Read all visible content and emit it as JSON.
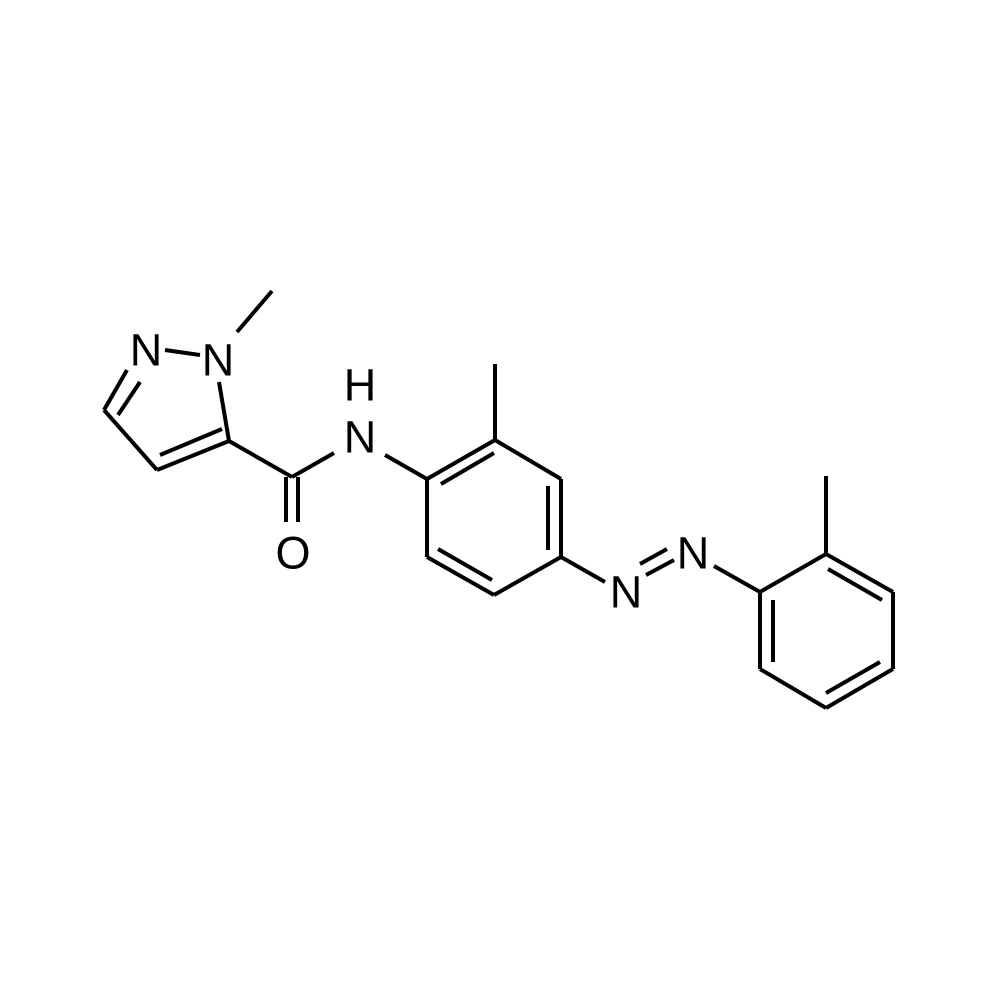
{
  "structure": {
    "atom_labels": {
      "pyrazole_n2": "N",
      "pyrazole_n1": "N",
      "amide_n": "N",
      "amide_h": "H",
      "carbonyl_o": "O",
      "azo_n1": "N",
      "azo_n2": "N"
    },
    "colors": {
      "bond": "#000000",
      "text": "#000000",
      "background": "#ffffff"
    }
  }
}
